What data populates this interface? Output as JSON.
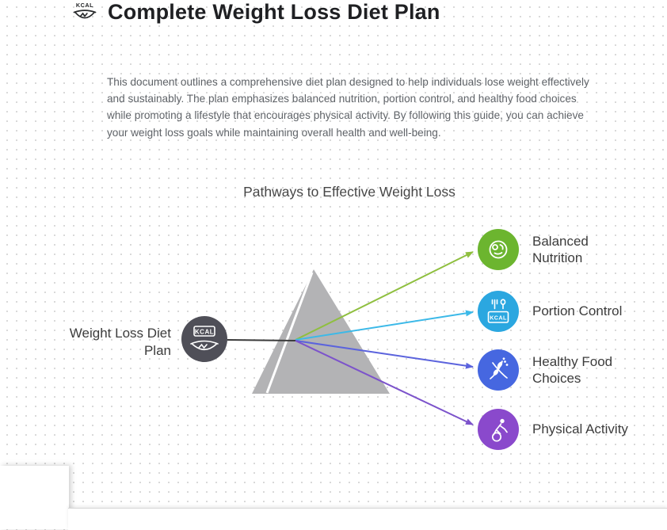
{
  "icons": {
    "kcal_text": "KCAL"
  },
  "header": {
    "icon": "kcal-scale-icon",
    "title": "Complete Weight Loss Diet Plan"
  },
  "intro": {
    "text": "This document outlines a comprehensive diet plan designed to help individuals lose weight effectively and sustainably. The plan emphasizes balanced nutrition, portion control, and healthy food choices while promoting a lifestyle that encourages physical activity. By following this guide, you can achieve your weight loss goals while maintaining overall health and well-being."
  },
  "diagram": {
    "title": "Pathways to Effective Weight Loss",
    "triangle_color": "#b3b3b5",
    "hub": {
      "label": "Weight Loss Diet Plan",
      "icon": "kcal-scale-icon",
      "color": "#4f4f58",
      "ring_color": "#6a6a72",
      "connector_color": "#3b3b3b"
    },
    "nodes": [
      {
        "label": "Balanced Nutrition",
        "icon": "nutrition-plate-icon",
        "color": "#6cb52f",
        "line_color": "#8fbf3f"
      },
      {
        "label": "Portion Control",
        "icon": "kcal-scale-box-icon",
        "color": "#2ba7e0",
        "line_color": "#3cb9e8"
      },
      {
        "label": "Healthy Food Choices",
        "icon": "leaf-sprig-icon",
        "color": "#4667e0",
        "line_color": "#5b63dd"
      },
      {
        "label": "Physical Activity",
        "icon": "exercise-bike-icon",
        "color": "#8a49cc",
        "line_color": "#7c53cb"
      }
    ]
  }
}
